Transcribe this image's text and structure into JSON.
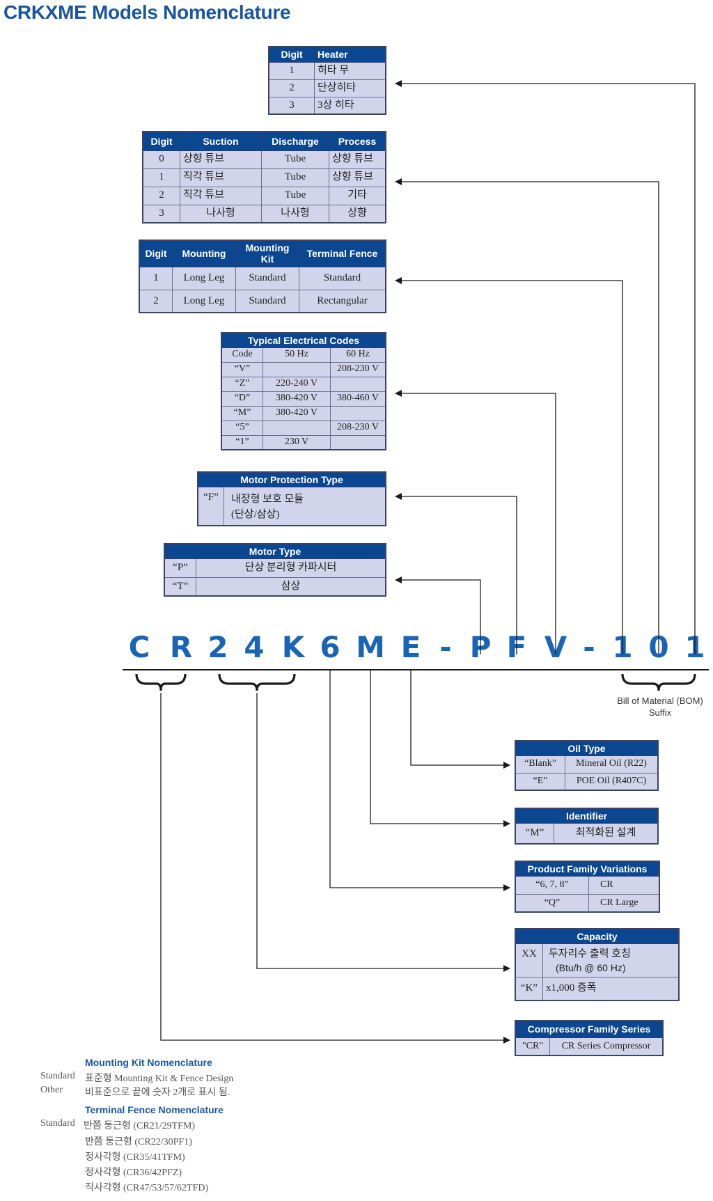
{
  "title": "CRKXME Models Nomenclature",
  "heater": {
    "headers": [
      "Digit",
      "Heater"
    ],
    "rows": [
      [
        "1",
        "히타 무"
      ],
      [
        "2",
        "단상히타"
      ],
      [
        "3",
        "3상 히타"
      ]
    ]
  },
  "connections": {
    "headers": [
      "Digit",
      "Suction",
      "Discharge",
      "Process"
    ],
    "rows": [
      [
        "0",
        "상향 튜브",
        "Tube",
        "상향 튜브"
      ],
      [
        "1",
        "직각 튜브",
        "Tube",
        "상향 튜브"
      ],
      [
        "2",
        "직각 튜브",
        "Tube",
        "기타"
      ],
      [
        "3",
        "나사형",
        "나사형",
        "상향"
      ]
    ]
  },
  "mounting": {
    "headers": [
      "Digit",
      "Mounting",
      "Mounting Kit",
      "Terminal Fence"
    ],
    "rows": [
      [
        "1",
        "Long Leg",
        "Standard",
        "Standard"
      ],
      [
        "2",
        "Long Leg",
        "Standard",
        "Rectangular"
      ]
    ]
  },
  "electrical": {
    "title": "Typical Electrical Codes",
    "headers": [
      "Code",
      "50 Hz",
      "60 Hz"
    ],
    "rows": [
      [
        "“V”",
        "",
        "208-230 V"
      ],
      [
        "“Z”",
        "220-240 V",
        ""
      ],
      [
        "“D”",
        "380-420 V",
        "380-460 V"
      ],
      [
        "“M”",
        "380-420 V",
        ""
      ],
      [
        "“5”",
        "",
        "208-230 V"
      ],
      [
        "“1”",
        "230 V",
        ""
      ]
    ]
  },
  "motor_protection": {
    "title": "Motor Protection Type",
    "code": "“F”",
    "desc_line1": "내장형 보호 모듈",
    "desc_line2": "(단상/삼상)"
  },
  "motor_type": {
    "title": "Motor Type",
    "rows": [
      [
        "“P”",
        "단상 분리형 카파시터"
      ],
      [
        "“T”",
        "삼상"
      ]
    ]
  },
  "model": {
    "chars": [
      "C",
      "R",
      "2",
      "4",
      "K",
      "6",
      "M",
      "E",
      "-",
      "P",
      "F",
      "V",
      "-",
      "1",
      "0",
      "1"
    ]
  },
  "bom_label_line1": "Bill of Material (BOM)",
  "bom_label_line2": "Suffix",
  "oil_type": {
    "title": "Oil Type",
    "rows": [
      [
        "“Blank”",
        "Mineral Oil (R22)"
      ],
      [
        "“E”",
        "POE Oil (R407C)"
      ]
    ]
  },
  "identifier": {
    "title": "Identifier",
    "rows": [
      [
        "“M”",
        "최적화된 설계"
      ]
    ]
  },
  "product_family": {
    "title": "Product Family Variations",
    "rows": [
      [
        "“6, 7, 8”",
        "CR"
      ],
      [
        "“Q”",
        "CR Large"
      ]
    ]
  },
  "capacity": {
    "title": "Capacity",
    "row1_code": "XX",
    "row1_desc_line1": "두자리수 출력 호칭",
    "row1_desc_line2": "(Btu/h @ 60 Hz)",
    "row2_code": "“K”",
    "row2_desc": "x1,000 증폭"
  },
  "compressor_family": {
    "title": "Compressor Family Series",
    "rows": [
      [
        "\"CR\"",
        "CR Series Compressor"
      ]
    ]
  },
  "notes": {
    "mounting_title": "Mounting Kit Nomenclature",
    "mounting_lines": [
      [
        "Standard",
        "표준형 Mounting Kit & Fence Design"
      ],
      [
        "Other",
        "비표준으로 끝에 숫자 2개로 표시 됨."
      ]
    ],
    "fence_title": "Terminal Fence Nomenclature",
    "fence_lines": [
      [
        "Standard",
        "반쯤 둥근형 (CR21/29TFM)"
      ],
      [
        "",
        "반쯤 둥근형 (CR22/30PF1)"
      ],
      [
        "",
        "정사각형 (CR35/41TFM)"
      ],
      [
        "",
        "정사각형 (CR36/42PFZ)"
      ],
      [
        "",
        "직사각형 (CR47/53/57/62TFD)"
      ]
    ]
  },
  "colors": {
    "header_bg": "#0b4691",
    "cell_bg": "#d2d4eb",
    "title": "#1a56a0",
    "model": "#1a64b5"
  }
}
